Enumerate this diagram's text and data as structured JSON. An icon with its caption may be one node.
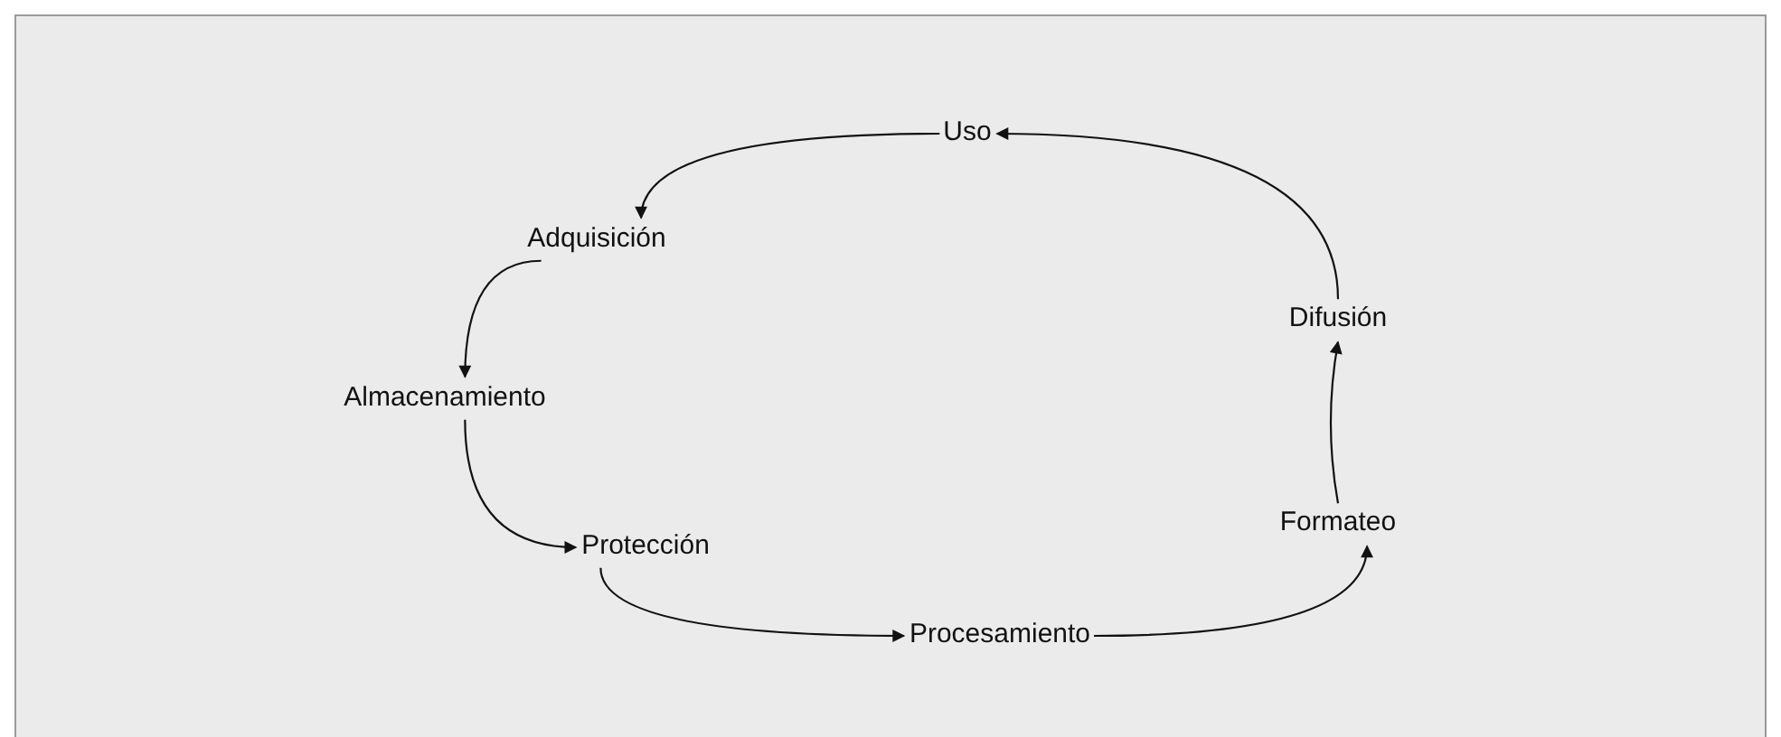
{
  "diagram": {
    "nodes": [
      {
        "text": [
          "Uso"
        ]
      },
      {
        "text": [
          "Adquisición"
        ]
      },
      {
        "text": [
          "Almacenamiento"
        ]
      },
      {
        "text": [
          "Protección"
        ]
      },
      {
        "text": [
          "Procesamiento"
        ]
      },
      {
        "text": [
          "Formateo"
        ]
      },
      {
        "text": [
          "Difusión"
        ]
      }
    ],
    "edges": [
      {
        "from": 0,
        "to": 1,
        "arrow": "to"
      },
      {
        "from": 1,
        "to": 2,
        "arrow": "to"
      },
      {
        "from": 2,
        "to": 3,
        "arrow": "to"
      },
      {
        "from": 3,
        "to": 4,
        "arrow": "to"
      },
      {
        "from": 4,
        "to": 5,
        "arrow": "to"
      },
      {
        "from": 5,
        "to": 6,
        "arrow": "to"
      },
      {
        "from": 6,
        "to": 0,
        "arrow": "to"
      }
    ]
  }
}
